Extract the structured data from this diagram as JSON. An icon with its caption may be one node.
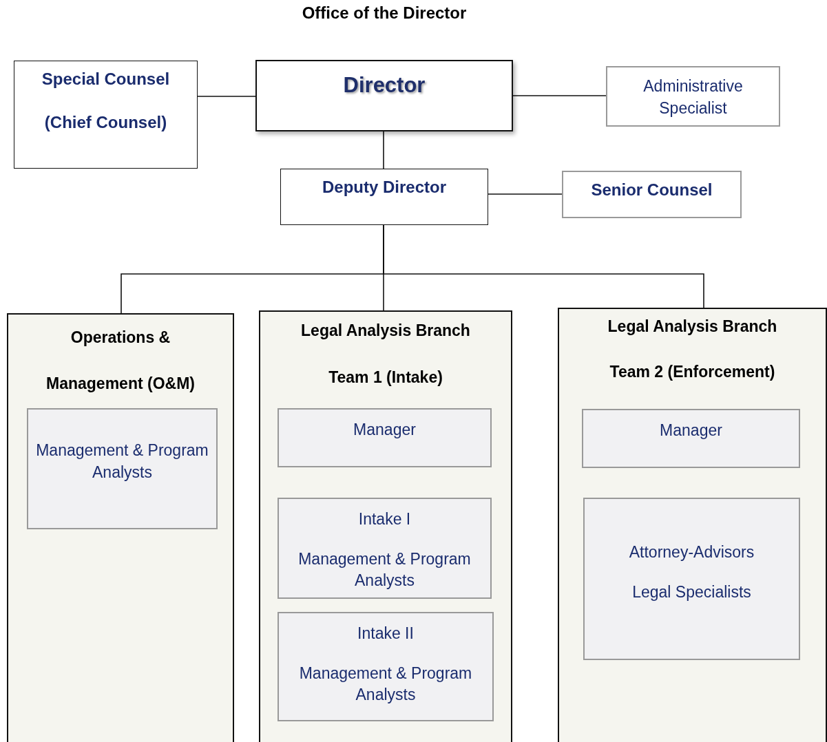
{
  "diagram": {
    "title": "Office of the Director",
    "nodes": [
      {
        "text": [
          "Director"
        ]
      },
      {
        "text": [
          "Special Counsel",
          "(Chief Counsel)"
        ]
      },
      {
        "text": [
          "Administrative Specialist"
        ]
      },
      {
        "text": [
          "Deputy Director"
        ]
      },
      {
        "text": [
          "Senior Counsel"
        ]
      },
      {
        "text": [
          "Operations & Management (O&M)"
        ]
      },
      {
        "text": [
          "Management & Program Analysts"
        ],
        "in": 5
      },
      {
        "text": [
          "Legal Analysis Branch",
          "Team 1 (Intake)"
        ]
      },
      {
        "text": [
          "Manager"
        ],
        "in": 7
      },
      {
        "text": [
          "Intake I",
          "Management & Program Analysts"
        ],
        "in": 7
      },
      {
        "text": [
          "Intake II",
          "Management & Program Analysts"
        ],
        "in": 7
      },
      {
        "text": [
          "Legal Analysis Branch",
          "Team 2 (Enforcement)"
        ]
      },
      {
        "text": [
          "Manager"
        ],
        "in": 11
      },
      {
        "text": [
          "Attorney-Advisors",
          "Legal Specialists"
        ],
        "in": 11
      }
    ],
    "edges": [
      {
        "from": 0,
        "to": 1,
        "arrow": "none"
      },
      {
        "from": 0,
        "to": 2,
        "arrow": "none"
      },
      {
        "from": 0,
        "to": 3,
        "arrow": "none"
      },
      {
        "from": 3,
        "to": 4,
        "arrow": "none"
      },
      {
        "from": 3,
        "to": 5,
        "arrow": "none"
      },
      {
        "from": 3,
        "to": 7,
        "arrow": "none"
      },
      {
        "from": 3,
        "to": 11,
        "arrow": "none"
      }
    ]
  }
}
